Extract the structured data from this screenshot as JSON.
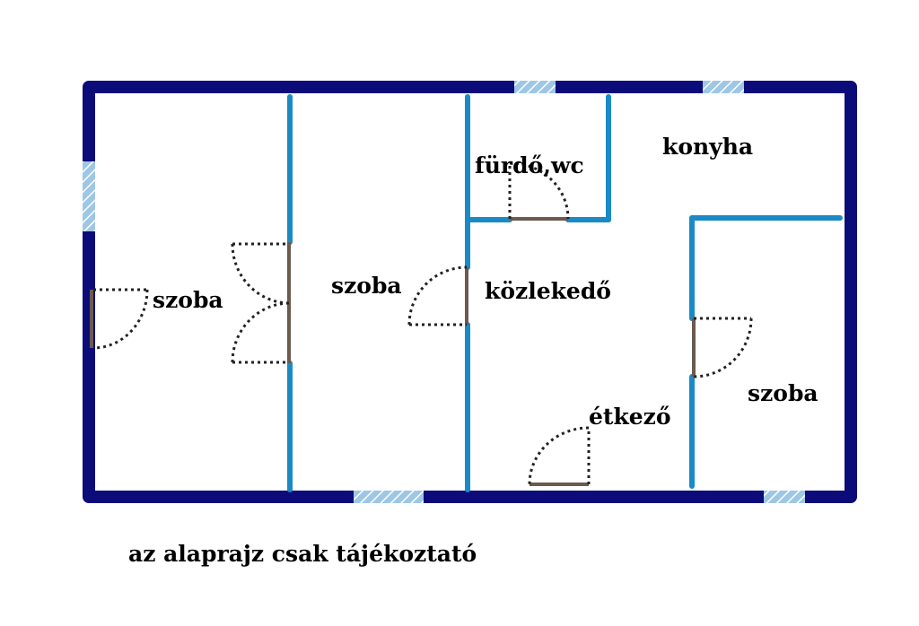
{
  "colors": {
    "outer_wall": "#0b0b7a",
    "inner_wall": "#1a8ac7",
    "window": "#9ec7e6",
    "door_leaf": "#6b5a4e",
    "text": "#000000"
  },
  "rooms": [
    {
      "id": "szoba-1",
      "label": "szoba"
    },
    {
      "id": "szoba-2",
      "label": "szoba"
    },
    {
      "id": "furdo-wc",
      "label": "fürdő,wc"
    },
    {
      "id": "konyha",
      "label": "konyha"
    },
    {
      "id": "kozlekedo",
      "label": "közlekedő"
    },
    {
      "id": "etkezo",
      "label": "étkező"
    },
    {
      "id": "szoba-3",
      "label": "szoba"
    }
  ],
  "note": "az alaprajz csak tájékoztató"
}
